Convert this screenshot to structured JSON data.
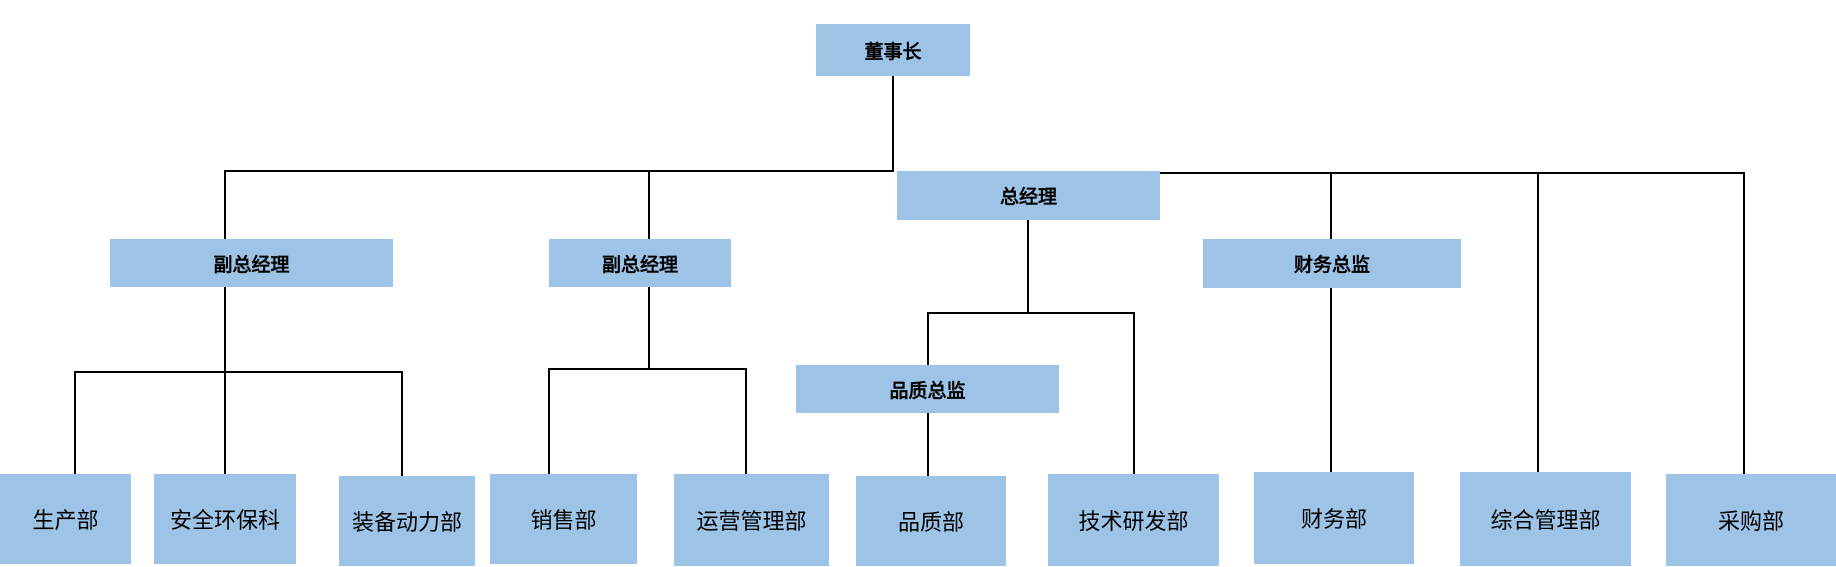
{
  "colors": {
    "box_fill": "#9dc3e6",
    "line": "#000000",
    "background": "#ffffff"
  },
  "nodes": {
    "chairman": "董事长",
    "general_manager": "总经理",
    "deputy_gm_1": "副总经理",
    "deputy_gm_2": "副总经理",
    "finance_director": "财务总监",
    "quality_director": "品质总监",
    "production_dept": "生产部",
    "safety_env_section": "安全环保科",
    "equipment_power_dept": "装备动力部",
    "sales_dept": "销售部",
    "operations_mgmt_dept": "运营管理部",
    "quality_dept": "品质部",
    "tech_rnd_dept": "技术研发部",
    "finance_dept": "财务部",
    "general_admin_dept": "综合管理部",
    "purchasing_dept": "采购部"
  }
}
